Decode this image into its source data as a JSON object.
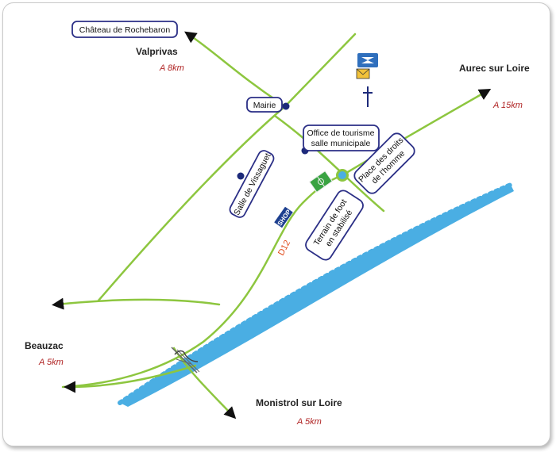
{
  "towns": {
    "valprivas": {
      "name": "Valprivas",
      "distance": "A 8km"
    },
    "aurec": {
      "name": "Aurec sur Loire",
      "distance": "A 15km"
    },
    "beauzac": {
      "name": "Beauzac",
      "distance": "A 5km"
    },
    "monistrol": {
      "name": "Monistrol sur Loire",
      "distance": "A 5km"
    }
  },
  "places": {
    "chateau": "Château de Rochebaron",
    "mairie": "Mairie",
    "office_line1": "Office de tourisme",
    "office_line2": "salle municipale",
    "salle_vissaguet": "Salle de Vissaguet",
    "place_line1": "Place des droits",
    "place_line2": "de l'homme",
    "terrain_line1": "Terrain de foot",
    "terrain_line2": "en stabilisé",
    "shop": "SHOP"
  },
  "roads": {
    "d12": "D12"
  },
  "colors": {
    "road": "#8dc63f",
    "river": "#4aaee3",
    "box_border": "#2b2f86",
    "marker": "#1d2a7a",
    "distance_text": "#b02525",
    "road_label": "#e04a1a"
  },
  "icons": [
    "post-office-icon",
    "church-cross-icon",
    "football-field-icon",
    "shop-icon",
    "bridge-icon",
    "roundabout-icon"
  ]
}
